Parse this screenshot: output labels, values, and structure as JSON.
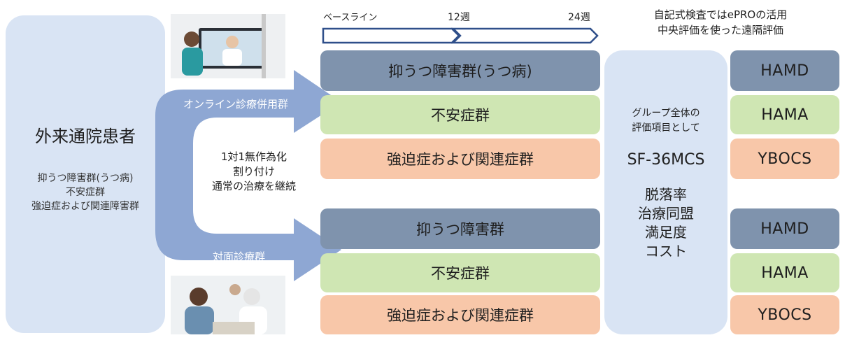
{
  "timeline": {
    "baseline": "ベースライン",
    "week12": "12週",
    "week24": "24週"
  },
  "header_note": {
    "line1": "自記式検査ではePROの活用",
    "line2": "中央評価を使った遠隔評価"
  },
  "patients": {
    "title": "外来通院患者",
    "groups": [
      "抑うつ障害群(うつ病)",
      "不安症群",
      "強迫症および関連障害群"
    ]
  },
  "arms": {
    "online": "オンライン診療併用群",
    "face": "対面診療群"
  },
  "randomization": {
    "line1": "1対1無作為化",
    "line2": "割り付け",
    "line3": "通常の治療を継続"
  },
  "online_groups": [
    "抑うつ障害群(うつ病)",
    "不安症群",
    "強迫症および関連症群"
  ],
  "face_groups": [
    "抑うつ障害群",
    "不安症群",
    "強迫症および関連症群"
  ],
  "overall": {
    "line1": "グループ全体の",
    "line2": "評価項目として",
    "main": "SF-36MCS",
    "items": [
      "脱落率",
      "治療同盟",
      "満足度",
      "コスト"
    ]
  },
  "measures": [
    "HAMD",
    "HAMA",
    "YBOCS",
    "HAMD",
    "HAMA",
    "YBOCS"
  ],
  "photos": {
    "online": "online-consultation-photo",
    "face": "face-to-face-consultation-photo"
  }
}
